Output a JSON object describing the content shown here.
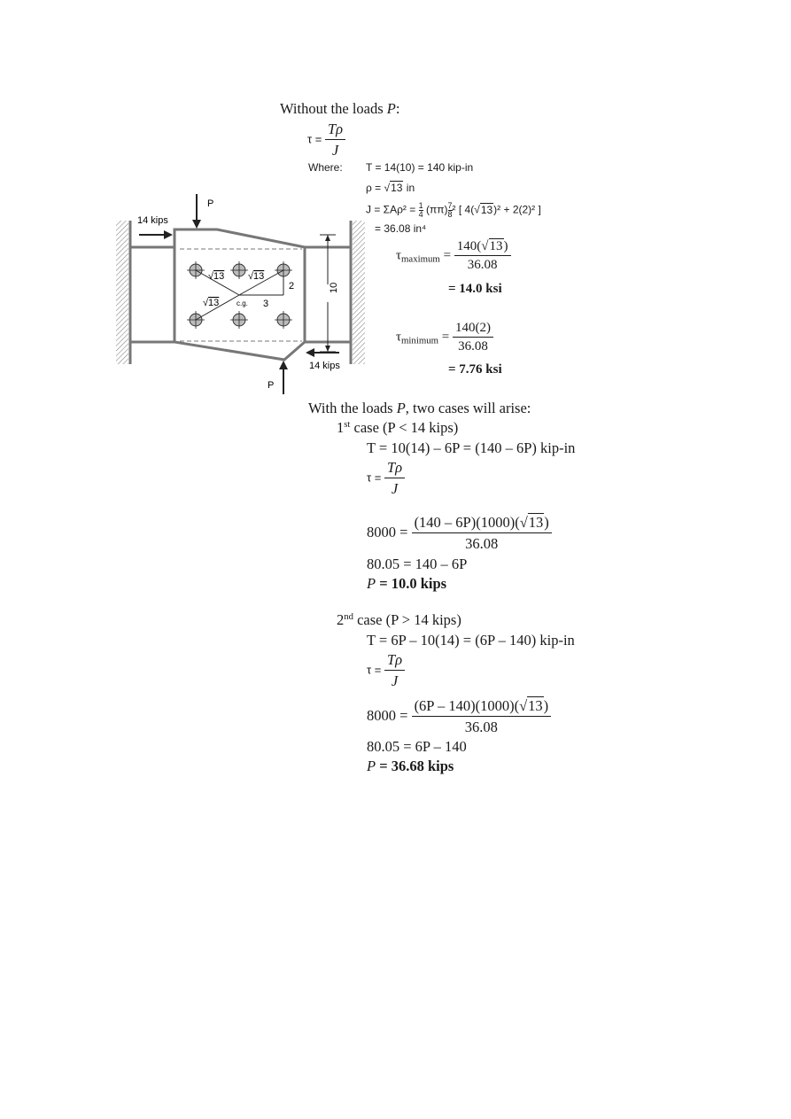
{
  "section1": {
    "heading_prefix": "Without the loads ",
    "heading_var": "P",
    "heading_suffix": ":",
    "tau_lhs": "τ = ",
    "tau_num": "Tρ",
    "tau_den": "J",
    "where_label": "Where:",
    "T_line": "T = 14(10) = 140 kip-in",
    "rho_lhs": "ρ = ",
    "rho_rad": "13",
    "rho_unit": " in",
    "J_lhs": "J = ΣAρ² = ",
    "J_frac_num": "1",
    "J_frac_den": "4",
    "J_pi": "(ππ)",
    "J_frac2_num": "7",
    "J_frac2_den": "8",
    "J_rest1": "² [ 4(",
    "J_rad": "13",
    "J_rest2": ")² + 2(2)²  ]",
    "J_value": "= 36.08 in⁴",
    "taumax_sym": "τ",
    "taumax_sub": "maximum",
    "taumax_eq": " = ",
    "taumax_num_pre": "140(",
    "taumax_num_rad": "13",
    "taumax_num_post": ")",
    "taumax_den": "36.08",
    "taumax_result": "= 14.0 ksi",
    "taumin_sym": "τ",
    "taumin_sub": "minimum",
    "taumin_eq": " = ",
    "taumin_num": "140(2)",
    "taumin_den": "36.08",
    "taumin_result": "= 7.76 ksi"
  },
  "section2": {
    "heading_prefix": "With the loads ",
    "heading_var": "P",
    "heading_suffix": ", two cases will arise:",
    "case1": {
      "label_ord": "1",
      "label_sup": "st",
      "label_rest": " case (P < 14 kips)",
      "T_line": "T = 10(14) – 6P = (140 – 6P) kip-in",
      "tau_lhs": "τ = ",
      "tau_num": "Tρ",
      "tau_den": "J",
      "eq_lhs": "8000 = ",
      "eq_num_pre": "(140 – 6P)(1000)(",
      "eq_num_rad": "13",
      "eq_num_post": ")",
      "eq_den": "36.08",
      "step": "80.05 = 140 – 6P",
      "result_var": "P",
      "result_val": " = 10.0 kips"
    },
    "case2": {
      "label_ord": "2",
      "label_sup": "nd",
      "label_rest": " case (P > 14 kips)",
      "T_line": "T = 6P – 10(14) = (6P – 140) kip-in",
      "tau_lhs": "τ = ",
      "tau_num": "Tρ",
      "tau_den": "J",
      "eq_lhs": "8000 = ",
      "eq_num_pre": "(6P – 140)(1000)(",
      "eq_num_rad": "13",
      "eq_num_post": ")",
      "eq_den": "36.08",
      "step": "80.05 = 6P – 140",
      "result_var": "P",
      "result_val": " = 36.68 kips"
    }
  },
  "diagram": {
    "load_left": "14 kips",
    "load_right": "14 kips",
    "p_top": "P",
    "p_bottom": "P",
    "dim_10": "10",
    "label_2": "2",
    "label_3": "3",
    "label_cg": "c.g.",
    "rad_a": "13",
    "rad_b": "13",
    "rad_c": "13"
  }
}
